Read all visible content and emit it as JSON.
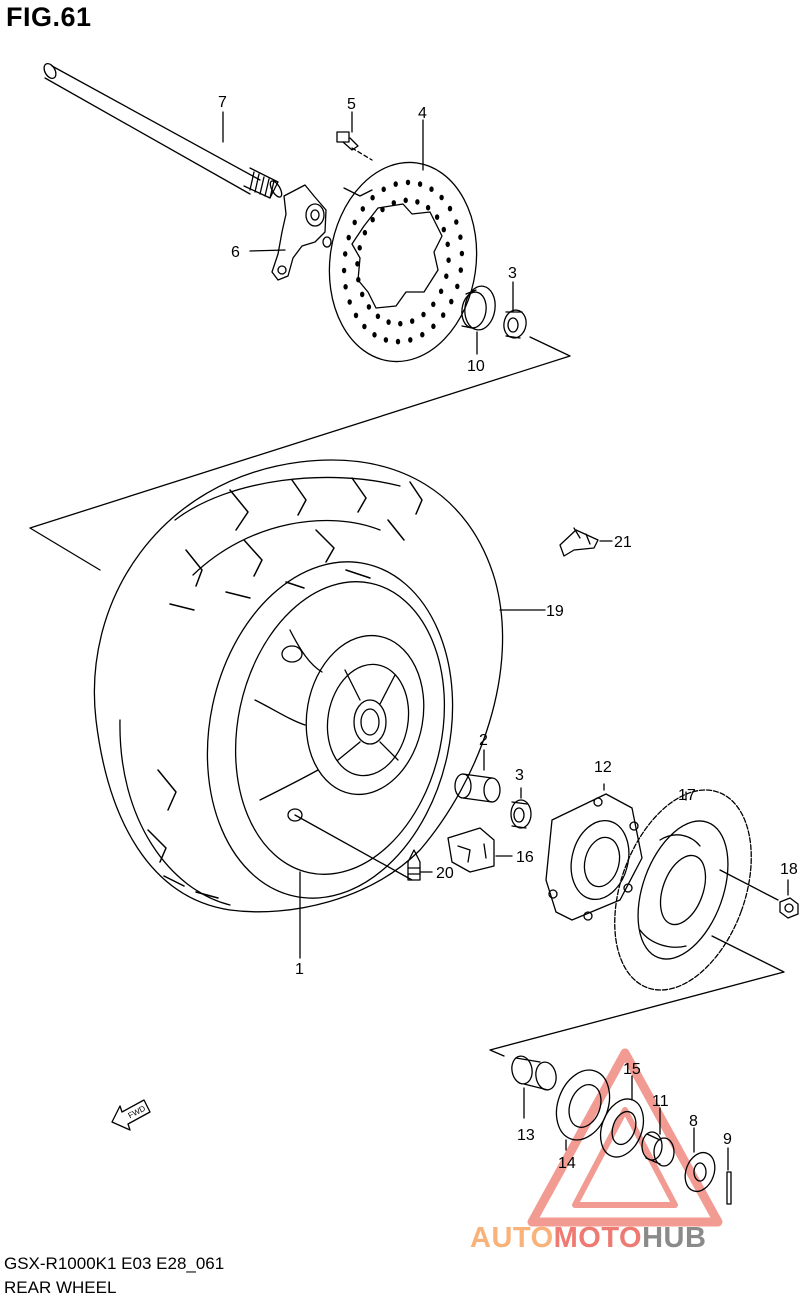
{
  "figure": {
    "title": "FIG.61",
    "model_line": "GSX-R1000K1 E03 E28_061",
    "name": "REAR WHEEL"
  },
  "callouts": {
    "n1": "1",
    "n2": "2",
    "n3a": "3",
    "n3b": "3",
    "n4": "4",
    "n5": "5",
    "n6": "6",
    "n7": "7",
    "n8": "8",
    "n9": "9",
    "n10": "10",
    "n11": "11",
    "n12": "12",
    "n13": "13",
    "n14": "14",
    "n15": "15",
    "n16": "16",
    "n17": "17",
    "n18": "18",
    "n19": "19",
    "n20": "20",
    "n21": "21"
  },
  "fwd_arrow_label": "FWD",
  "watermark": {
    "part1": "AUTO",
    "part2": "MOTO",
    "part3": "HUB",
    "colors": {
      "auto": "#f9b37a",
      "moto": "#ee7a72",
      "hub": "#8a8a8a",
      "triangle": "#f08a80"
    }
  }
}
